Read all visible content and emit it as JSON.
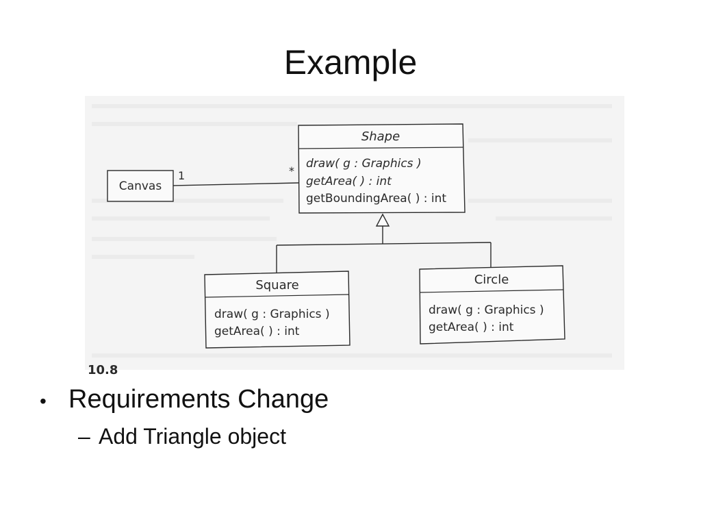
{
  "slide": {
    "title": "Example",
    "bullet": {
      "marker": "•",
      "text": "Requirements Change"
    },
    "sub_bullet": {
      "marker": "–",
      "text": "Add Triangle object"
    }
  },
  "diagram": {
    "classes": {
      "shape": {
        "name": "Shape",
        "methods": [
          "draw( g : Graphics )",
          "getArea( ) : int",
          "getBoundingArea( ) : int"
        ]
      },
      "canvas": {
        "name": "Canvas"
      },
      "square": {
        "name": "Square",
        "methods": [
          "draw( g : Graphics )",
          "getArea( ) : int"
        ]
      },
      "circle": {
        "name": "Circle",
        "methods": [
          "draw( g : Graphics )",
          "getArea( ) : int"
        ]
      }
    },
    "association": {
      "canvas_multiplicity": "1",
      "shape_multiplicity": "*"
    },
    "figure_label": "10.8"
  },
  "colors": {
    "scan_background": "#f4f4f4",
    "ink": "#2a2a2a"
  }
}
